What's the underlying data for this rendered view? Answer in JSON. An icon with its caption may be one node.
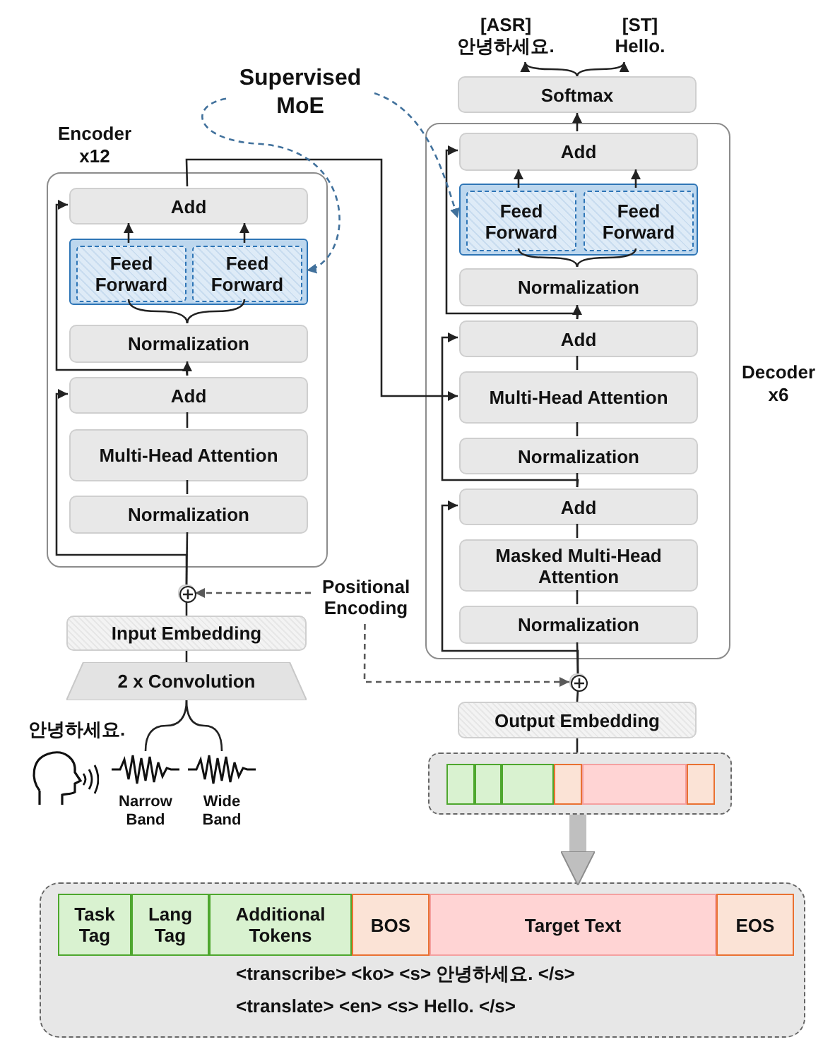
{
  "diagram": {
    "nodes": [
      {
        "text": [
          "Encoder x12"
        ]
      },
      {
        "text": [
          "Add"
        ],
        "in": 0
      },
      {
        "text": [],
        "shape": "box",
        "in": 0
      },
      {
        "text": [
          "Feed Forward"
        ],
        "in": 2
      },
      {
        "text": [
          "Feed Forward"
        ],
        "in": 2
      },
      {
        "text": [
          "Normalization"
        ],
        "in": 0
      },
      {
        "text": [
          "Add"
        ],
        "in": 0
      },
      {
        "text": [
          "Multi-Head Attention"
        ],
        "in": 0
      },
      {
        "text": [
          "Normalization"
        ],
        "in": 0
      },
      {
        "text": [],
        "shape": "circle"
      },
      {
        "text": [
          "Input Embedding"
        ]
      },
      {
        "text": [
          "2 x Convolution"
        ]
      },
      {
        "text": [
          "Narrow Band"
        ]
      },
      {
        "text": [
          "Wide Band"
        ]
      },
      {
        "text": [
          "Decoder x6"
        ]
      },
      {
        "text": [
          "Add"
        ],
        "in": 14
      },
      {
        "text": [],
        "shape": "box",
        "in": 14
      },
      {
        "text": [
          "Feed Forward"
        ],
        "in": 16
      },
      {
        "text": [
          "Feed Forward"
        ],
        "in": 16
      },
      {
        "text": [
          "Normalization"
        ],
        "in": 14
      },
      {
        "text": [
          "Add"
        ],
        "in": 14
      },
      {
        "text": [
          "Multi-Head Attention"
        ],
        "in": 14
      },
      {
        "text": [
          "Normalization"
        ],
        "in": 14
      },
      {
        "text": [
          "Add"
        ],
        "in": 14
      },
      {
        "text": [
          "Masked Multi-Head Attention"
        ],
        "in": 14
      },
      {
        "text": [
          "Normalization"
        ],
        "in": 14
      },
      {
        "text": [],
        "shape": "circle"
      },
      {
        "text": [
          "Output Embedding"
        ]
      },
      {
        "text": [],
        "shape": "box"
      },
      {
        "text": [
          "Softmax"
        ]
      },
      {
        "text": [
          "Supervised MoE"
        ]
      },
      {
        "text": [
          "Positional Encoding"
        ]
      },
      {
        "text": [
          "[ASR]",
          "안녕하세요."
        ]
      },
      {
        "text": [
          "[ST]",
          "Hello."
        ]
      },
      {
        "text": [
          "<transcribe> <ko> <s> 안녕하세요. </s>",
          "<translate> <en> <s> Hello. </s>"
        ]
      },
      {
        "text": [
          "Task Tag"
        ],
        "in": 34
      },
      {
        "text": [
          "Lang Tag"
        ],
        "in": 34
      },
      {
        "text": [
          "Additional Tokens"
        ],
        "in": 34
      },
      {
        "text": [
          "BOS"
        ],
        "in": 34
      },
      {
        "text": [
          "Target Text"
        ],
        "in": 34
      },
      {
        "text": [
          "EOS"
        ],
        "in": 34
      },
      {
        "text": [],
        "shape": "box",
        "in": 28
      },
      {
        "text": [],
        "shape": "box",
        "in": 28
      },
      {
        "text": [],
        "shape": "box",
        "in": 28
      },
      {
        "text": [],
        "shape": "box",
        "in": 28
      },
      {
        "text": [],
        "shape": "box",
        "in": 28
      },
      {
        "text": [],
        "shape": "box",
        "in": 28
      }
    ],
    "edges": [
      {
        "from": 11,
        "to": 10,
        "arrow": "none"
      },
      {
        "from": 10,
        "to": 9,
        "arrow": "none"
      },
      {
        "from": 9,
        "to": 8,
        "arrow": "none"
      },
      {
        "from": 8,
        "to": 7,
        "arrow": "none"
      },
      {
        "from": 7,
        "to": 6,
        "arrow": "none"
      },
      {
        "from": 9,
        "to": 6,
        "arrow": "to"
      },
      {
        "from": 6,
        "to": 5,
        "arrow": "to"
      },
      {
        "from": 6,
        "to": 1,
        "arrow": "to"
      },
      {
        "from": 5,
        "to": 3,
        "arrow": "none"
      },
      {
        "from": 5,
        "to": 4,
        "arrow": "none"
      },
      {
        "from": 3,
        "to": 1,
        "arrow": "to"
      },
      {
        "from": 4,
        "to": 1,
        "arrow": "to"
      },
      {
        "from": 1,
        "to": 21,
        "arrow": "to"
      },
      {
        "from": 28,
        "to": 27,
        "arrow": "none"
      },
      {
        "from": 27,
        "to": 26,
        "arrow": "none"
      },
      {
        "from": 26,
        "to": 25,
        "arrow": "none"
      },
      {
        "from": 25,
        "to": 24,
        "arrow": "none"
      },
      {
        "from": 24,
        "to": 23,
        "arrow": "none"
      },
      {
        "from": 26,
        "to": 23,
        "arrow": "to"
      },
      {
        "from": 23,
        "to": 22,
        "arrow": "none"
      },
      {
        "from": 22,
        "to": 21,
        "arrow": "none"
      },
      {
        "from": 21,
        "to": 20,
        "arrow": "none"
      },
      {
        "from": 23,
        "to": 20,
        "arrow": "to"
      },
      {
        "from": 20,
        "to": 19,
        "arrow": "to"
      },
      {
        "from": 20,
        "to": 15,
        "arrow": "to"
      },
      {
        "from": 19,
        "to": 17,
        "arrow": "none"
      },
      {
        "from": 19,
        "to": 18,
        "arrow": "none"
      },
      {
        "from": 17,
        "to": 15,
        "arrow": "to"
      },
      {
        "from": 18,
        "to": 15,
        "arrow": "to"
      },
      {
        "from": 15,
        "to": 29,
        "arrow": "to"
      },
      {
        "from": 29,
        "to": 32,
        "arrow": "to"
      },
      {
        "from": 29,
        "to": 33,
        "arrow": "to"
      },
      {
        "from": 30,
        "to": 2,
        "arrow": "to",
        "style": "dashed",
        "color": "#41719c"
      },
      {
        "from": 30,
        "to": 16,
        "arrow": "to",
        "style": "dashed",
        "color": "#41719c"
      },
      {
        "from": 31,
        "to": 9,
        "arrow": "to",
        "style": "dashed",
        "color": "#595959"
      },
      {
        "from": 31,
        "to": 26,
        "arrow": "to",
        "style": "dashed",
        "color": "#595959"
      },
      {
        "from": 12,
        "to": 11,
        "arrow": "none"
      },
      {
        "from": 13,
        "to": 11,
        "arrow": "none"
      },
      {
        "from": 28,
        "to": 34,
        "arrow": "to",
        "style": "thick",
        "color": "#bfbfbf"
      }
    ],
    "labels": [
      "안녕하세요."
    ]
  }
}
